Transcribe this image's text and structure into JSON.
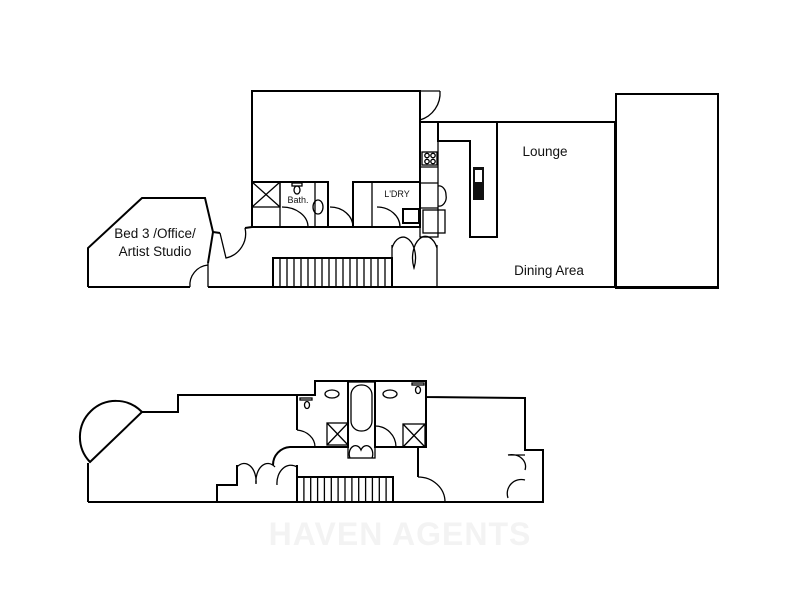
{
  "upper_floor": {
    "rooms": {
      "bed3_line1": "Bed 3 /Office/",
      "bed3_line2": "Artist Studio",
      "bath": "Bath.",
      "laundry": "L'DRY",
      "lounge": "Lounge",
      "dining": "Dining Area"
    }
  },
  "watermark": "HAVEN AGENTS"
}
